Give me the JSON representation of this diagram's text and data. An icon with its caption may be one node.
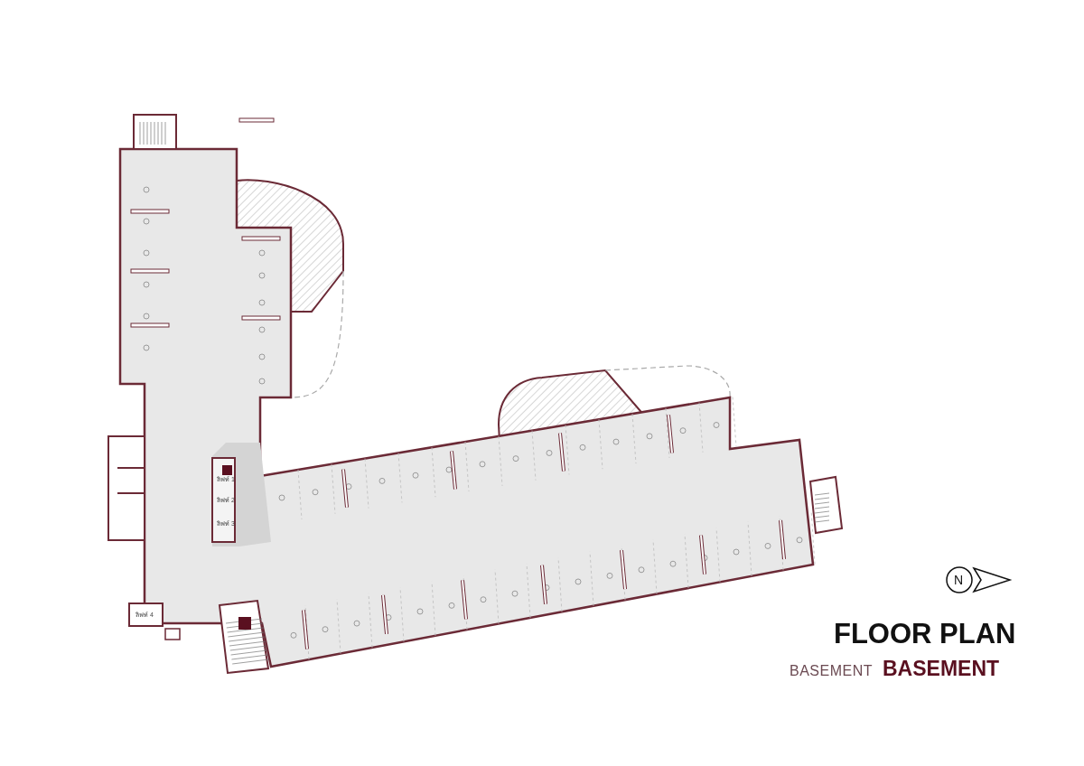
{
  "diagram": {
    "title": "FLOOR PLAN",
    "labels": [
      "BASEMENT",
      "BASEMENT",
      "ลิฟท์ 1",
      "ลิฟท์ 2",
      "ลิฟท์ 3",
      "ลิฟท์ 4",
      "N"
    ]
  }
}
